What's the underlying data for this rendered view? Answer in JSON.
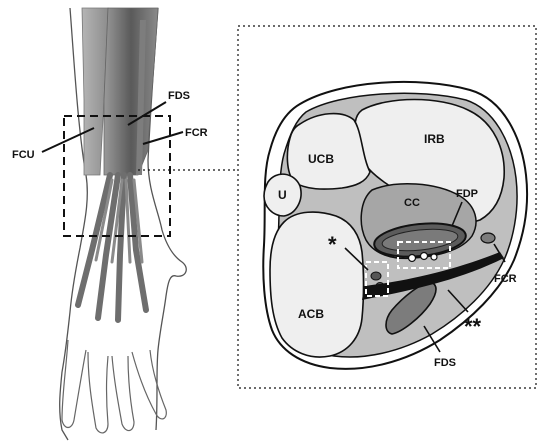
{
  "forearm_labels": {
    "fds": "FDS",
    "fcu": "FCU",
    "fcr": "FCR"
  },
  "section_labels": {
    "irb": "IRB",
    "ucb": "UCB",
    "u": "U",
    "cc": "CC",
    "fdp": "FDP",
    "acb": "ACB",
    "fds": "FDS",
    "fcr": "FCR",
    "single_asterisk": "*",
    "double_asterisk": "**"
  }
}
